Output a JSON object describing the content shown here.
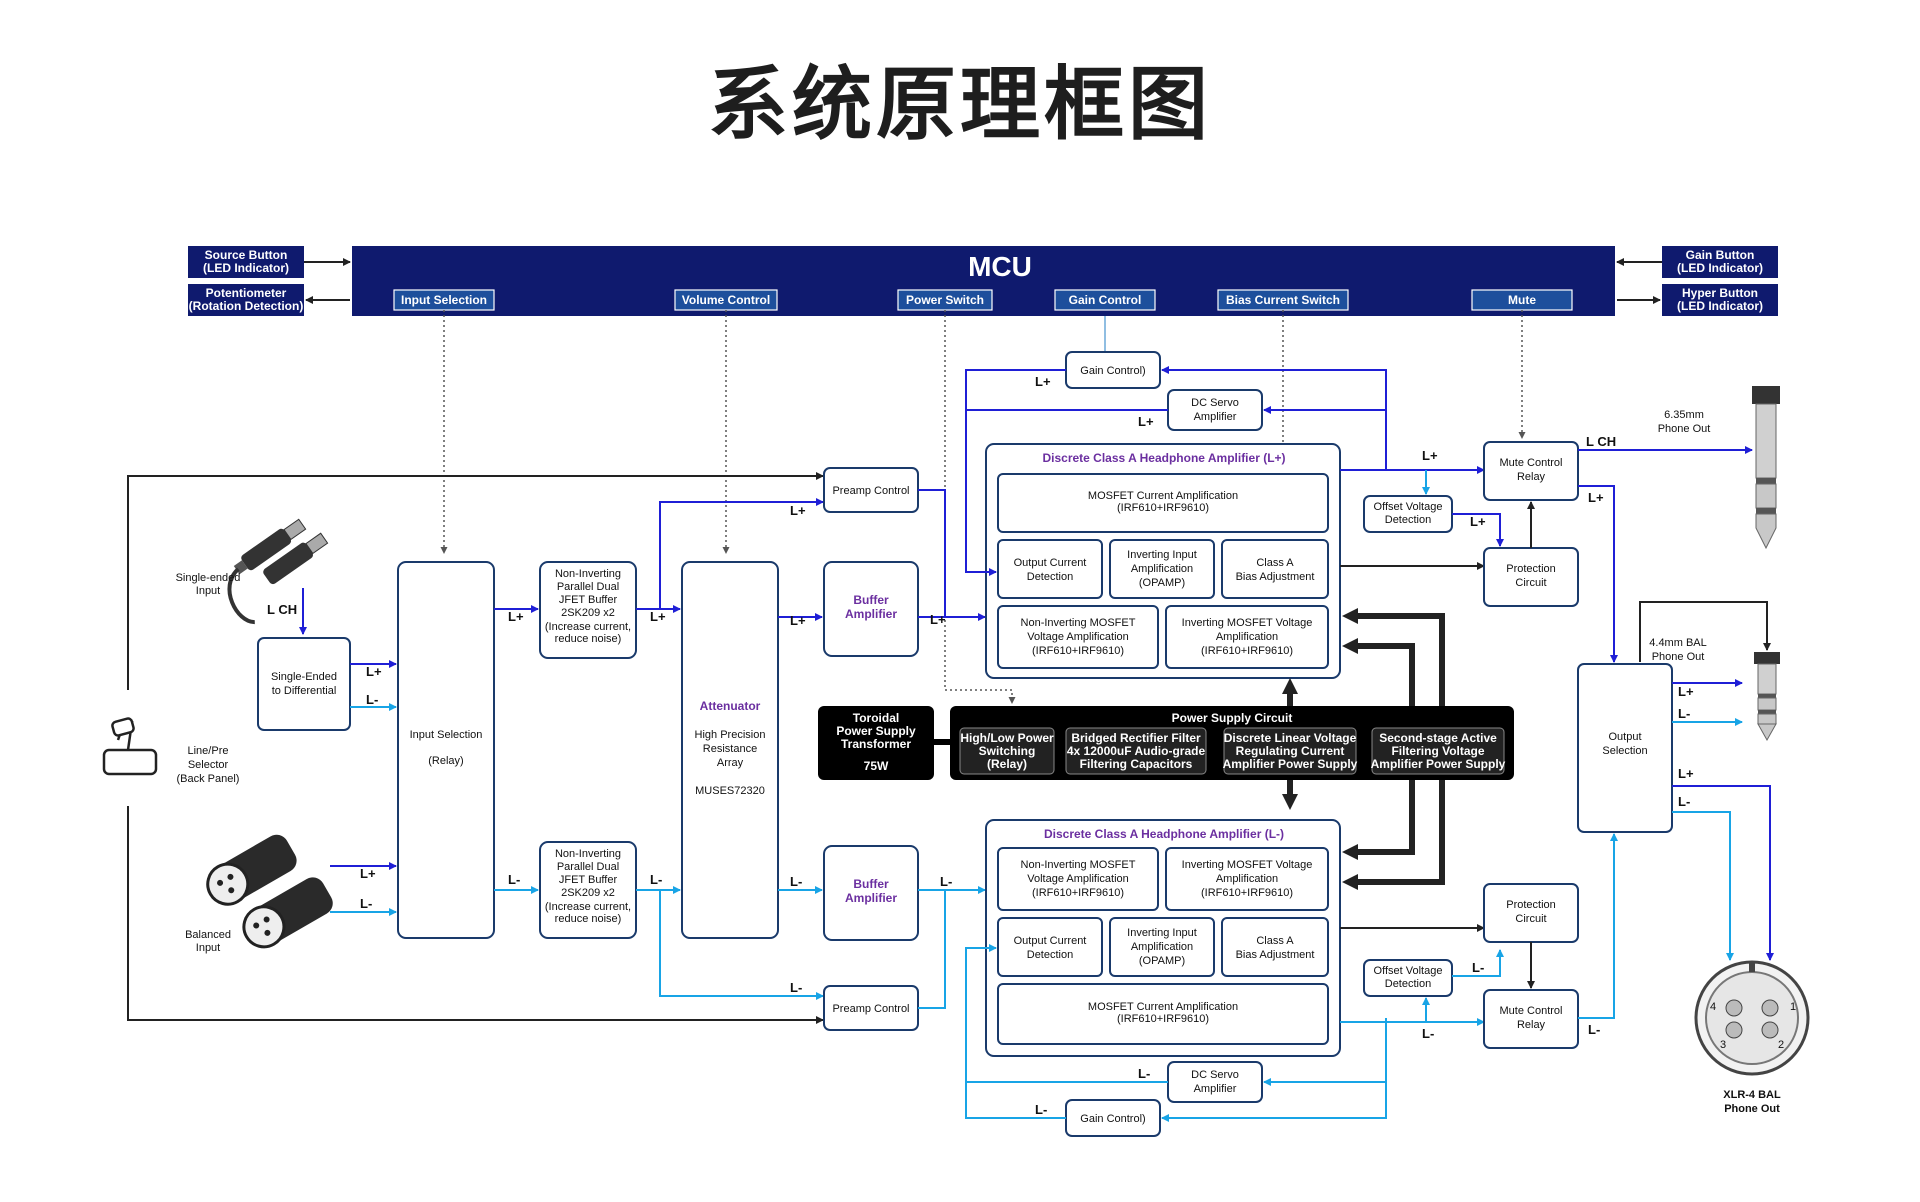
{
  "title": "系统原理框图",
  "mcu": {
    "label": "MCU",
    "ports": [
      "Input Selection",
      "Volume Control",
      "Power Switch",
      "Gain Control",
      "Bias Current Switch",
      "Mute"
    ]
  },
  "side_controls": {
    "source_button": [
      "Source Button",
      "(LED Indicator)"
    ],
    "potentiometer": [
      "Potentiometer",
      "(Rotation Detection)"
    ],
    "gain_button": [
      "Gain Button",
      "(LED Indicator)"
    ],
    "hyper_button": [
      "Hyper Button",
      "(LED Indicator)"
    ]
  },
  "inputs": {
    "single_ended": [
      "Single-ended",
      "Input"
    ],
    "lch": "L CH",
    "balanced": [
      "Balanced",
      "Input"
    ],
    "selector": [
      "Line/Pre",
      "Selector",
      "(Back Panel)"
    ]
  },
  "blocks": {
    "se_to_diff": [
      "Single-Ended",
      "to Differential"
    ],
    "input_selection": "Input Selection",
    "input_selection_sub": "(Relay)",
    "buffer_lines": [
      "Non-Inverting",
      "Parallel Dual",
      "JFET Buffer",
      "2SK209 x2"
    ],
    "buffer_note": [
      "(Increase current,",
      "reduce noise)"
    ],
    "attenuator_title": "Attenuator",
    "attenuator_lines": [
      "High Precision",
      "Resistance",
      "Array"
    ],
    "attenuator_chip": "MUSES72320",
    "buffer_amp": [
      "Buffer",
      "Amplifier"
    ],
    "preamp_control": "Preamp Control",
    "gain_control": "Gain Control)",
    "dc_servo": [
      "DC Servo",
      "Amplifier"
    ],
    "amp_top_title": "Discrete Class A Headphone Amplifier (L+)",
    "amp_bottom_title": "Discrete Class A Headphone Amplifier (L-)",
    "mosfet_current": [
      "MOSFET Current Amplification",
      "(IRF610+IRF9610)"
    ],
    "output_current": [
      "Output Current",
      "Detection"
    ],
    "inv_input": [
      "Inverting Input",
      "Amplification",
      "(OPAMP)"
    ],
    "class_a": [
      "Class A",
      "Bias Adjustment"
    ],
    "noninv_mosfet": [
      "Non-Inverting MOSFET",
      "Voltage Amplification",
      "(IRF610+IRF9610)"
    ],
    "inv_mosfet": [
      "Inverting MOSFET Voltage",
      "Amplification",
      "(IRF610+IRF9610)"
    ],
    "offset": [
      "Offset Voltage",
      "Detection"
    ],
    "mute_relay": [
      "Mute Control",
      "Relay"
    ],
    "protection": [
      "Protection",
      "Circuit"
    ],
    "output_selection": [
      "Output",
      "Selection"
    ]
  },
  "power": {
    "transformer": [
      "Toroidal",
      "Power Supply",
      "Transformer"
    ],
    "watt": "75W",
    "title": "Power Supply Circuit",
    "hl_switch": [
      "High/Low Power",
      "Switching",
      "(Relay)"
    ],
    "rectifier_title": "Bridged Rectifier Filter",
    "rectifier_lines": [
      "4x 12000uF Audio-grade",
      "Filtering Capacitors"
    ],
    "linear": [
      "Discrete Linear Voltage",
      "Regulating Current",
      "Amplifier Power Supply"
    ],
    "second_stage": [
      "Second-stage Active",
      "Filtering Voltage",
      "Amplifier Power Supply"
    ]
  },
  "outputs": {
    "phone635": [
      "6.35mm",
      "Phone Out"
    ],
    "bal44": [
      "4.4mm BAL",
      "Phone Out"
    ],
    "xlr4": [
      "XLR-4 BAL",
      "Phone Out"
    ],
    "xlr_pins": [
      "1",
      "2",
      "3",
      "4"
    ]
  },
  "signals": {
    "lp": "L+",
    "lm": "L-",
    "lch": "L CH"
  },
  "colors": {
    "navy": "#0f1a6e",
    "blue": "#1f1fd6",
    "cyan": "#18a4e6",
    "purple": "#6b2fa0"
  }
}
